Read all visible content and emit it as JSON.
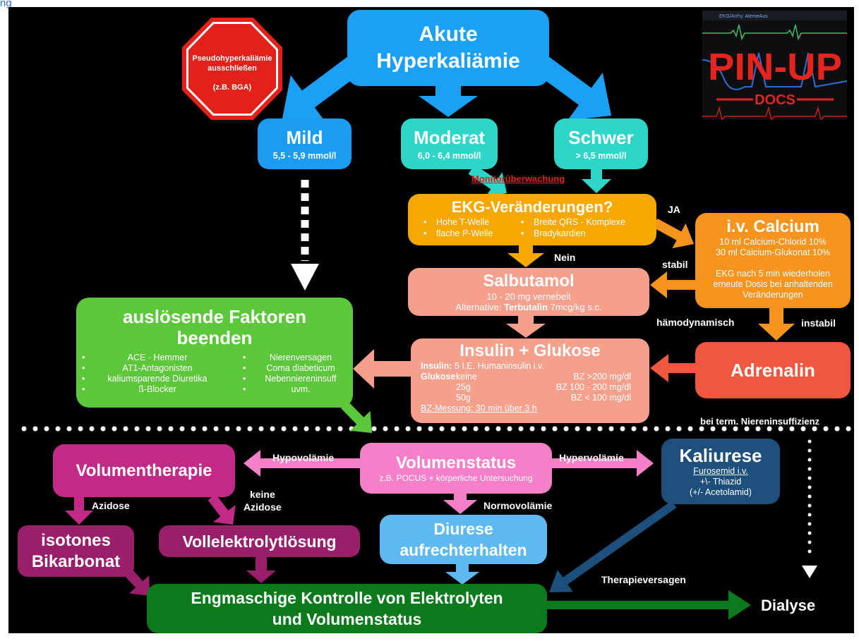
{
  "corner_fragment": "ng",
  "colors": {
    "start": "#1aa0f4",
    "mild": "#1b9cf2",
    "teal": "#2dd6c8",
    "ecg": "#f6a800",
    "calcium": "#f7941f",
    "salmon": "#f5a08c",
    "adrenalin": "#f0573e",
    "green": "#5dc73b",
    "pink": "#f680c8",
    "magenta": "#c32a88",
    "dark_magenta": "#9a1f6b",
    "kaliurese": "#1c4f7b",
    "diuresis": "#5db9f0",
    "monitoring": "#0a7a1b",
    "alert": "#e3211b",
    "white": "#ffffff"
  },
  "logo": {
    "top_label": "EKG/Arrhy. AtemeAus",
    "title": "PIN-UP",
    "subtitle": "DOCS"
  },
  "stop_sign": {
    "line1": "Pseudohyperkaliämie",
    "line2": "ausschließen",
    "line3": "(z.B. BGA)"
  },
  "start": {
    "line1": "Akute",
    "line2": "Hyperkaliämie"
  },
  "severity": {
    "mild": {
      "title": "Mild",
      "range": "5,5 - 5,9 mmol/l"
    },
    "moderate": {
      "title": "Moderat",
      "range": "6,0 - 6,4 mmol/l"
    },
    "severe": {
      "title": "Schwer",
      "range": "> 6,5 mmol/l"
    }
  },
  "monitoring_note": "Monitorüberwachung",
  "ecg": {
    "title": "EKG-Veränderungen?",
    "left_bullets": [
      "Hohe T-Welle",
      "flache P-Welle"
    ],
    "right_bullets": [
      "Breite QRS - Komplexe",
      "Bradykardien"
    ]
  },
  "labels": {
    "ja": "JA",
    "nein": "Nein",
    "stabil": "stabil",
    "haemodynamisch": "hämodynamisch",
    "instabil": "instabil",
    "terminal_renal": "bei term. Niereninsuffizienz",
    "hypovolaemie": "Hypovolämie",
    "hypervolaemie": "Hypervolämie",
    "normovolaemie": "Normovolämie",
    "azidose": "Azidose",
    "keine_azidose_line1": "keine",
    "keine_azidose_line2": "Azidose",
    "therapieversagen": "Therapieversagen",
    "dialyse": "Dialyse"
  },
  "calcium": {
    "title": "i.v. Calcium",
    "dose_lines": [
      "10 ml Calcium-Chlorid 10%",
      "30 ml Calcium-Glukonat 10%"
    ],
    "note_lines": [
      "EKG nach 5 min wiederholen",
      "erneute Dosis bei anhaltenden",
      "Veränderungen"
    ]
  },
  "salbutamol": {
    "title": "Salbutamol",
    "dose": "10 - 20 mg vernebelt",
    "alt_label": "Alternative:",
    "alt_drug": "Terbutalin",
    "alt_dose": "7mcg/kg s.c."
  },
  "insulin": {
    "title": "Insulin + Glukose",
    "insulin_label": "Insulin:",
    "insulin_dose": "5 I.E. Humaninsulin i.v.",
    "glucose_label": "Glukose:",
    "glucose_rows": [
      {
        "amount": "keine",
        "bz": "BZ >200 mg/dl"
      },
      {
        "amount": "25g",
        "bz": "BZ 100 - 200 mg/dl"
      },
      {
        "amount": "50g",
        "bz": "BZ < 100 mg/dl"
      }
    ],
    "bz_monitoring": "BZ-Messung: 30 min über 3 h"
  },
  "adrenalin": {
    "title": "Adrenalin"
  },
  "triggers": {
    "line1": "auslösende Faktoren",
    "line2": "beenden",
    "left_bullets": [
      "ACE - Hemmer",
      "AT1-Antagonisten",
      "kaliumsparende Diuretika",
      "ß-Blocker"
    ],
    "right_bullets": [
      "Nierenversagen",
      "Coma diabeticum",
      "Nebenniereninsuff",
      "uvm."
    ]
  },
  "volume_status": {
    "title": "Volumenstatus",
    "subtitle": "z.B. POCUS + körperliche Untersuchung"
  },
  "volume_therapy": {
    "title": "Volumentherapie"
  },
  "kaliurese": {
    "title": "Kaliurese",
    "drug": "Furosemid i.v.",
    "line2": "+\\- Thiazid",
    "line3": "(+/- Acetolamid)"
  },
  "bicarbonate": {
    "line1": "isotones",
    "line2": "Bikarbonat"
  },
  "full_electrolyte": {
    "title": "Vollelektrolytlösung"
  },
  "diuresis": {
    "line1": "Diurese",
    "line2": "aufrechterhalten"
  },
  "final_monitoring": {
    "line1": "Engmaschige Kontrolle von Elektrolyten",
    "line2": "und Volumenstatus"
  }
}
